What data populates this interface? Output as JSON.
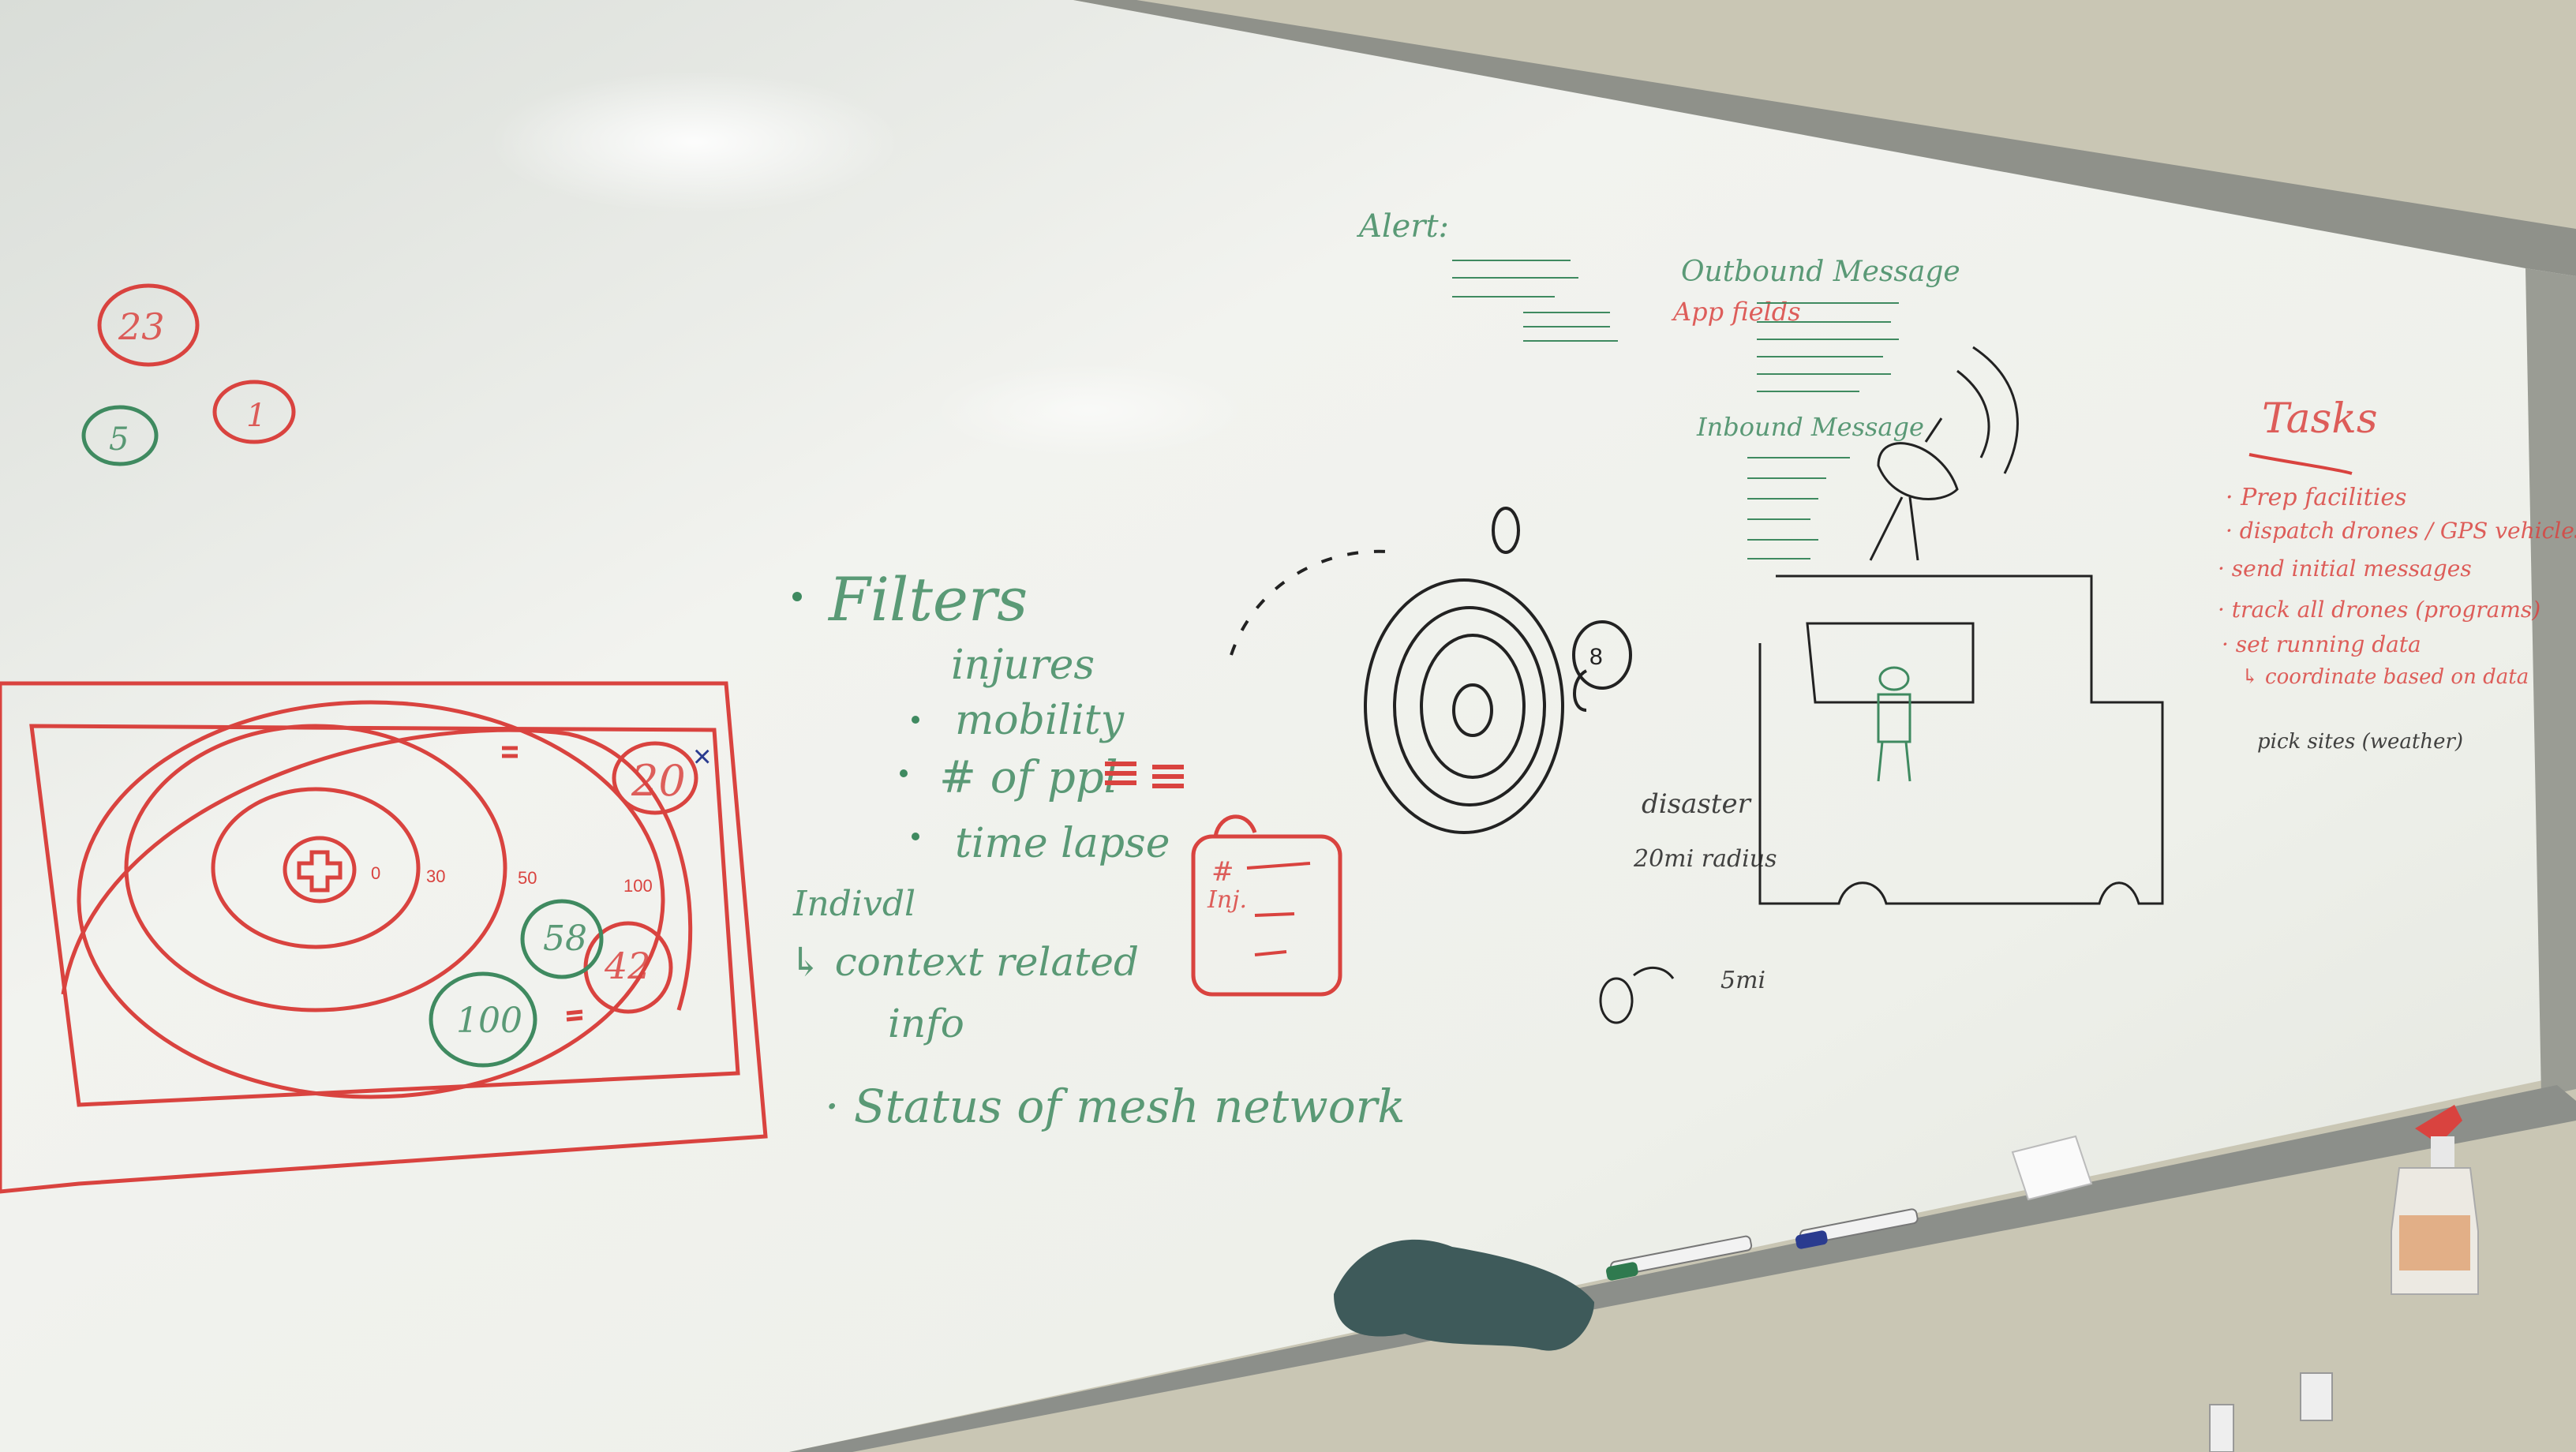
{
  "colors": {
    "wall": "#c9c6b4",
    "board": "#eef0ea",
    "frame": "#8f918a",
    "ink_red": "#d9433f",
    "ink_green": "#3f8a60",
    "ink_black": "#222222",
    "ink_blue": "#2a3b8f"
  },
  "left_badges": {
    "badge_a": "23",
    "badge_b": "1",
    "badge_c": "5"
  },
  "map_sketch": {
    "ring_marks": [
      "0",
      "30",
      "50",
      "100"
    ],
    "cluster_a": "20",
    "cluster_b": "58",
    "cluster_c": "42",
    "cluster_d": "100",
    "x_mark": "×"
  },
  "filters_list": {
    "title": "Filters",
    "items": [
      "injures",
      "mobility",
      "# of ppl",
      "time lapse"
    ],
    "indiv": "Indivdl",
    "context": "↳ context related",
    "info": "info",
    "status": "· Status of mesh network"
  },
  "note_card": {
    "line_a": "#",
    "line_b": "Inj."
  },
  "target_sketch": {
    "center": "0",
    "side_number": "8"
  },
  "messages_block": {
    "alert_title": "Alert:",
    "outbound": "Outbound Message",
    "app_label": "App fields",
    "inbound": "Inbound Message"
  },
  "radius_notes": {
    "disaster": "disaster",
    "radius": "20mi radius",
    "five_mi": "5mi"
  },
  "tasks_block": {
    "title": "Tasks",
    "items": [
      "· Prep facilities",
      "· dispatch drones / GPS vehicles",
      "· send initial messages",
      "· track all drones (programs)",
      "· set running data",
      "↳ coordinate based on data",
      "pick sites (weather)"
    ]
  }
}
